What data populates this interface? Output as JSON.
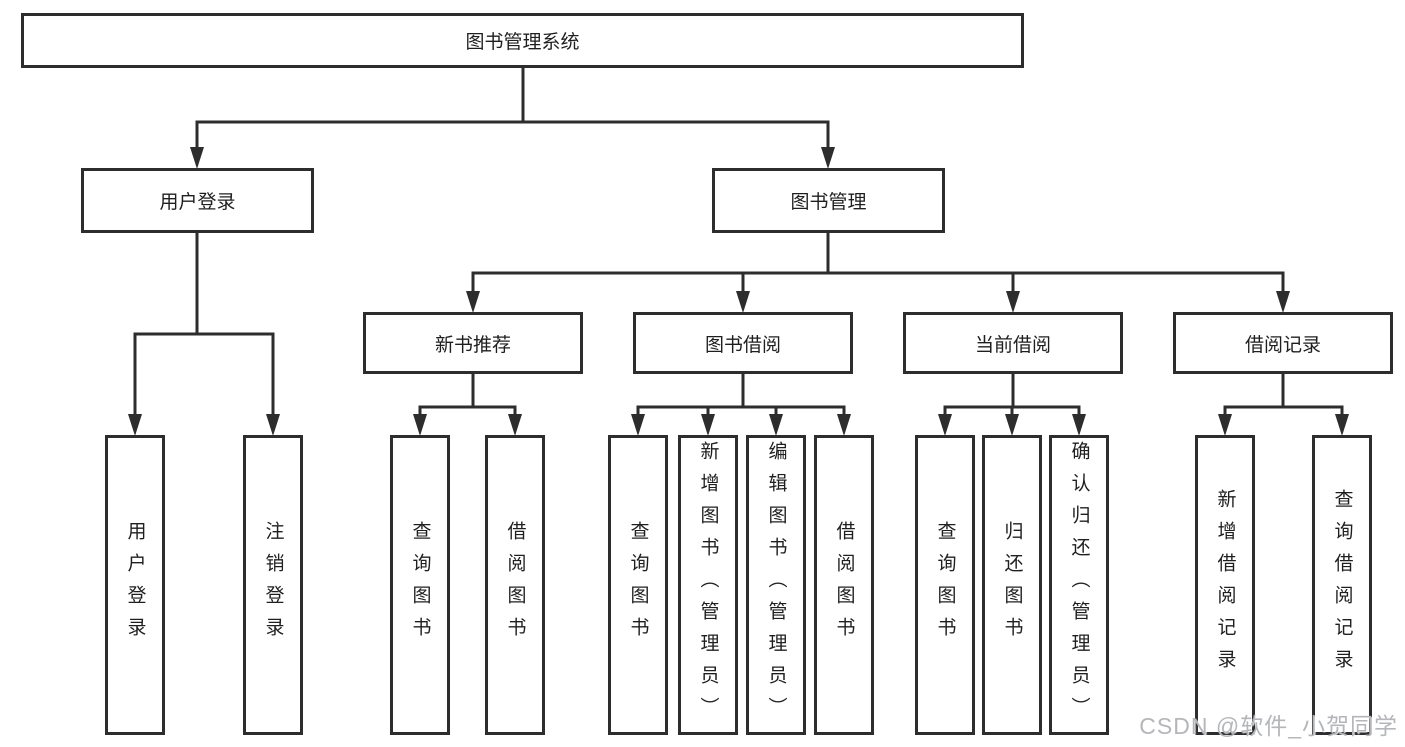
{
  "diagram": {
    "root": {
      "label": "图书管理系统"
    },
    "branches": [
      {
        "label": "用户登录",
        "children": [
          {
            "label": "用户登录"
          },
          {
            "label": "注销登录"
          }
        ]
      },
      {
        "label": "图书管理",
        "children": [
          {
            "label": "新书推荐",
            "children": [
              {
                "label": "查询图书"
              },
              {
                "label": "借阅图书"
              }
            ]
          },
          {
            "label": "图书借阅",
            "children": [
              {
                "label": "查询图书"
              },
              {
                "label": "新增图书（管理员）"
              },
              {
                "label": "编辑图书（管理员）"
              },
              {
                "label": "借阅图书"
              }
            ]
          },
          {
            "label": "当前借阅",
            "children": [
              {
                "label": "查询图书"
              },
              {
                "label": "归还图书"
              },
              {
                "label": "确认归还（管理员）"
              }
            ]
          },
          {
            "label": "借阅记录",
            "children": [
              {
                "label": "新增借阅记录"
              },
              {
                "label": "查询借阅记录"
              }
            ]
          }
        ]
      }
    ]
  },
  "watermark": {
    "text": "CSDN @软件_小贺同学"
  },
  "colors": {
    "line": "#2d2d2d",
    "text": "#1f1f1f",
    "box_background": "#ffffff",
    "page_background": "#ffffff",
    "watermark": "#b4b6ba"
  }
}
